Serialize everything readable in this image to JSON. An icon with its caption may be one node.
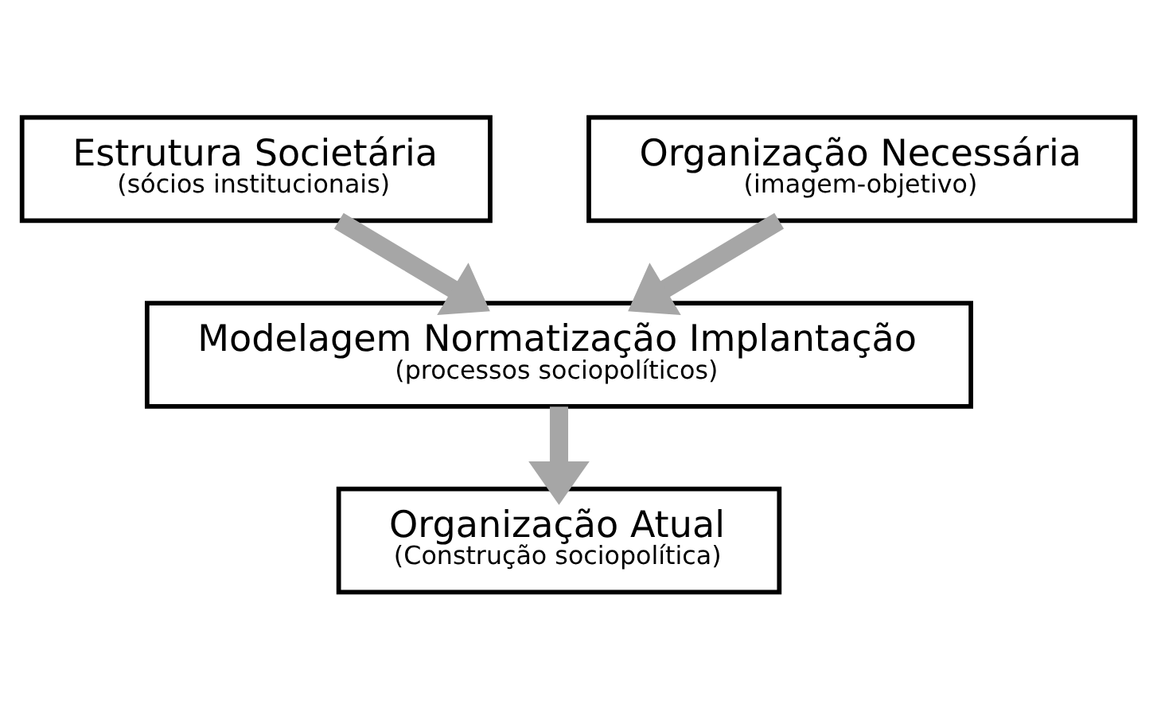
{
  "diagram": {
    "nodes": [
      {
        "text": [
          "Estrutura Societária",
          "(sócios institucionais)"
        ]
      },
      {
        "text": [
          "Organização Necessária",
          "(imagem-objetivo)"
        ]
      },
      {
        "text": [
          "Modelagem Normatização Implantação",
          "(processos sociopolíticos)"
        ]
      },
      {
        "text": [
          "Organização Atual",
          "(Construção sociopolítica)"
        ]
      }
    ],
    "edges": [
      {
        "from": 0,
        "to": 2,
        "arrow": "to"
      },
      {
        "from": 1,
        "to": 2,
        "arrow": "to"
      },
      {
        "from": 2,
        "to": 3,
        "arrow": "to"
      }
    ]
  }
}
